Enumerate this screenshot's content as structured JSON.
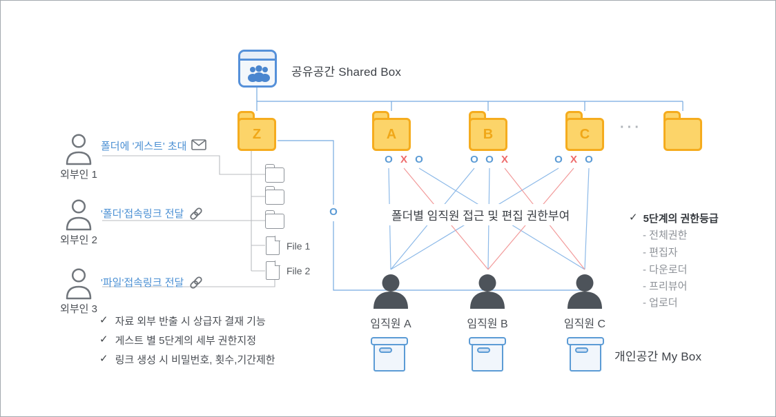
{
  "colors": {
    "allow_blue": "#5b9bd5",
    "deny_red": "#ee6a6a",
    "line_blue": "#74a9e0",
    "line_red": "#f29a9a",
    "folder_fill": "#FCD469",
    "folder_border": "#F5AC1E",
    "box_blue": "#5590d9",
    "employee_gray": "#4d535a",
    "link_text_blue": "#4a8fd3"
  },
  "shared_box": {
    "label": "공유공간 Shared Box"
  },
  "folders": {
    "z": "Z",
    "a": "A",
    "b": "B",
    "c": "C",
    "ellipsis": "···"
  },
  "z_tree": {
    "file1": "File 1",
    "file2": "File 2"
  },
  "externals": [
    {
      "name": "외부인 1",
      "action": "폴더에 '게스트' 초대"
    },
    {
      "name": "외부인 2",
      "action": "'폴더'접속링크 전달"
    },
    {
      "name": "외부인 3",
      "action": "'파일'접속링크 전달"
    }
  ],
  "guest_features": {
    "check": "✓",
    "items": [
      "자료 외부 반출 시 상급자 결재 기능",
      "게스트 별 5단계의 세부 권한지정",
      "링크 생성 시 비밀번호, 횟수,기간제한"
    ]
  },
  "permissions": {
    "z_all": "O",
    "folder_a": [
      "O",
      "X",
      "O"
    ],
    "folder_b": [
      "O",
      "O",
      "X"
    ],
    "folder_c": [
      "O",
      "X",
      "O"
    ]
  },
  "center_caption": "폴더별 임직원 접근 및 편집 권한부여",
  "employees": [
    "임직원 A",
    "임직원 B",
    "임직원 C"
  ],
  "grades": {
    "check": "✓",
    "title": "5단계의 권한등급",
    "items": [
      "- 전체권한",
      "- 편집자",
      "- 다운로더",
      "- 프리뷰어",
      "- 업로더"
    ]
  },
  "my_box": {
    "label": "개인공간 My Box"
  }
}
